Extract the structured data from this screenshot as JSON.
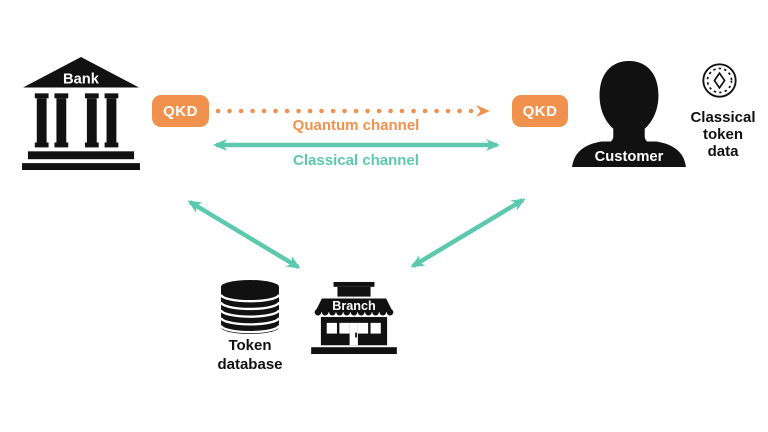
{
  "colors": {
    "quantum_orange": "#F0914E",
    "classical_teal": "#5CC9AE",
    "icon_black": "#111111",
    "background": "#FFFFFF"
  },
  "qkd_devices": {
    "left": {
      "label": "QKD"
    },
    "right": {
      "label": "QKD"
    }
  },
  "channels": {
    "quantum": {
      "label": "Quantum channel",
      "style": "dotted-arrow-right",
      "color": "#F0914E"
    },
    "classical": {
      "label": "Classical channel",
      "style": "solid-double-arrow",
      "color": "#5CC9AE"
    }
  },
  "links": {
    "bank_branch": {
      "style": "solid-double-arrow",
      "color": "#5CC9AE"
    },
    "customer_branch": {
      "style": "solid-double-arrow",
      "color": "#5CC9AE"
    }
  },
  "nodes": {
    "bank": {
      "label": "Bank"
    },
    "customer": {
      "label": "Customer"
    },
    "branch": {
      "label": "Branch"
    },
    "token_database": {
      "lines": [
        "Token",
        "database"
      ]
    },
    "classical_token_data": {
      "lines": [
        "Classical",
        "token",
        "data"
      ]
    }
  }
}
